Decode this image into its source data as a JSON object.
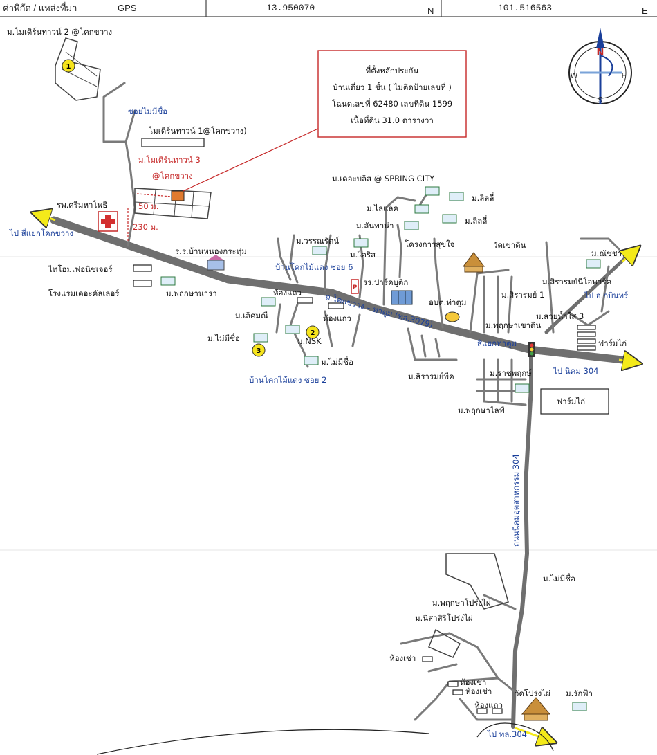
{
  "header": {
    "label": "ค่าพิกัด / แหล่งที่มา",
    "source": "GPS",
    "latitude": "13.950070",
    "lat_unit": "N",
    "longitude": "101.516563",
    "lon_unit": "E"
  },
  "info_box": {
    "lines": [
      "ที่ตั้งหลักประกัน",
      "บ้านเดี่ยว 1 ชั้น ( ไม่ติดป้ายเลขที่ )",
      "โฉนดเลขที่ 62480 เลขที่ดิน 1599",
      "เนื้อที่ดิน 31.0 ตารางวา"
    ]
  },
  "compass": {
    "n": "N",
    "s": "S",
    "e": "E",
    "w": "W"
  },
  "markers": {
    "m1": "1",
    "m2": "2",
    "m3": "3"
  },
  "distances": {
    "d50": "50 ม.",
    "d230": "230 ม."
  },
  "labels": {
    "modern_town2": "ม.โมเดิร์นทาวน์ 2 @โคกขวาง",
    "soi_unnamed": "ซอยไม่มีชื่อ",
    "modern_town1": "โมเดิร์นทาวน์ 1@โคกขวาง)",
    "modern_town3_a": "ม.โมเดิร์นทาวน์ 3",
    "modern_town3_b": "@โคกขวาง",
    "sriwhaphot": "รพ.ศรีมหาโพธิ",
    "to_kokkwang": "ไป สี่แยกโคกขวาง",
    "thaihome": "ไทโฮมเฟอนิชเจอร์",
    "hotel": "โรงแรมเดอะคัลเลอร์",
    "pruksanara": "ม.พฤกษานารา",
    "school": "ร.ร.บ้านหนองกระทุ่ม",
    "wannarat": "ม.วรรณรัตน์",
    "soi6": "บ้านโคกไม้แดง ซอย 6",
    "iris": "ม.ไอริส",
    "lertsamanee": "ม.เลิศมณี",
    "room1": "ห้องแถว",
    "room2": "ห้องแถว",
    "unnamed1": "ม.ไม่มีชื่อ",
    "nsk": "ม.NSK",
    "unnamed2": "ม.ไม่มีชื่อ",
    "soi2": "บ้านโคกไม้แดง ซอย 2",
    "spring_city": "ม.เดอะบลิส @ SPRING CITY",
    "lilly1": "ม.ลิลลี่",
    "lilly2": "ม.ลิลลี่",
    "lyland": "ม.ไลแลค",
    "lanthana": "ม.ลันทาน่า",
    "project": "โครงการสุขใจ",
    "wat_khaodin": "วัดเขาดิน",
    "rrpark": "รร.ปาร์คบูติก",
    "road3079": "ถ.โคกขวาง – ท่าตูม (ทล.3079)",
    "obt": "อบต.ท่าตูม",
    "natcha": "ม.ณัชชา",
    "siram_neo": "ม.สิรารมย์นีโอพาร์ค",
    "to_prachin": "ไป อ.กบินทร์",
    "siram1": "ม.สิรารมย์ 1",
    "suay_namsai": "ม.สวยน้ำใส 3",
    "pruksa_khaodin": "ม.พฤกษาเขาดิน",
    "farm1": "ฟาร์มไก่",
    "intersection": "สี่แยกท่าตูม",
    "to_nikom": "ไป นิคม 304",
    "siram_pic": "ม.สิรารมย์พีค",
    "rachapruk": "ม.ราชพฤกษ์",
    "farm2": "ฟาร์มไก่",
    "pruksa_life": "ม.พฤกษาไลฟ์",
    "road_304": "ถนนนิคมอุตสาหกรรม 304",
    "unnamed3": "ม.ไม่มีชื่อ",
    "pruksa_prongpai": "ม.พฤกษาโปร่งไผ่",
    "nisa": "ม.นิสาสิริโปร่งไผ่",
    "rent1": "ห้องเช่า",
    "rent2": "ห้องเช่า",
    "rent3": "ห้องเช่า",
    "row3": "ห้องแถว",
    "wat_prongpai": "วัดโปร่งไผ่",
    "rakfa": "ม.รักฟ้า",
    "to_304": "ไป ทล.304"
  },
  "colors": {
    "road": "#6f6f6f",
    "label_blue": "#1a3f9a",
    "label_red": "#c62828",
    "marker_yellow": "#f6e41c",
    "arrow_yellow": "#f4ea1a"
  }
}
